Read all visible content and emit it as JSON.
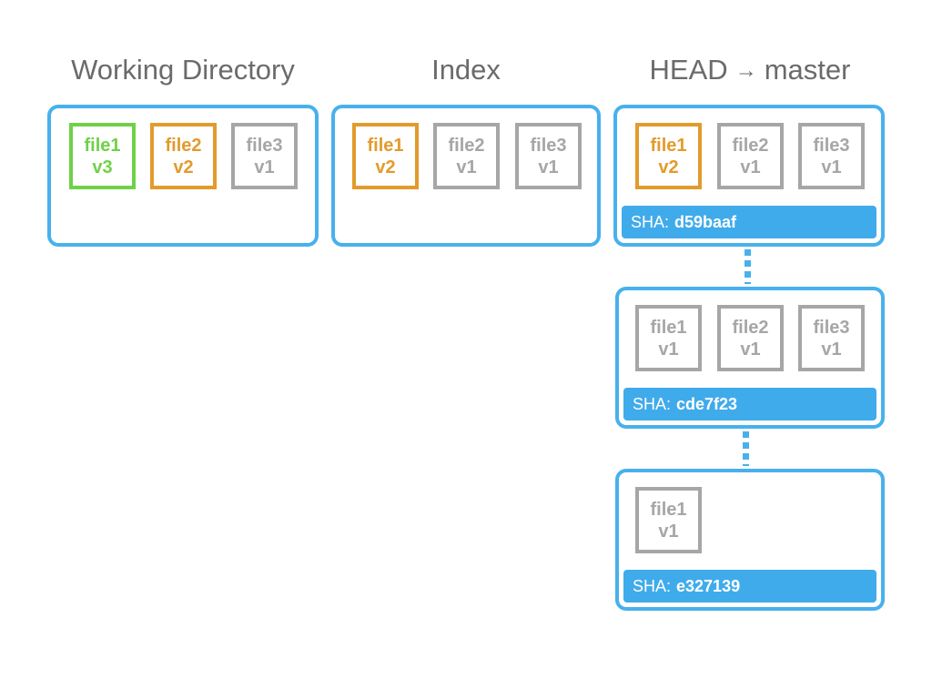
{
  "titles": {
    "working_directory": "Working Directory",
    "index": "Index",
    "head": "HEAD",
    "head_arrow": "→",
    "branch": "master"
  },
  "working_directory": {
    "files": [
      {
        "name": "file1",
        "version": "v3",
        "status": "modified",
        "color": "#6fd148"
      },
      {
        "name": "file2",
        "version": "v2",
        "status": "staged",
        "color": "#e29b2c"
      },
      {
        "name": "file3",
        "version": "v1",
        "status": "unchanged",
        "color": "#a6a6a6"
      }
    ]
  },
  "index": {
    "files": [
      {
        "name": "file1",
        "version": "v2",
        "status": "staged",
        "color": "#e29b2c"
      },
      {
        "name": "file2",
        "version": "v1",
        "status": "unchanged",
        "color": "#a6a6a6"
      },
      {
        "name": "file3",
        "version": "v1",
        "status": "unchanged",
        "color": "#a6a6a6"
      }
    ]
  },
  "commits": [
    {
      "sha_label": "SHA:",
      "sha": "d59baaf",
      "files": [
        {
          "name": "file1",
          "version": "v2",
          "color": "#e29b2c"
        },
        {
          "name": "file2",
          "version": "v1",
          "color": "#a6a6a6"
        },
        {
          "name": "file3",
          "version": "v1",
          "color": "#a6a6a6"
        }
      ]
    },
    {
      "sha_label": "SHA:",
      "sha": "cde7f23",
      "files": [
        {
          "name": "file1",
          "version": "v1",
          "color": "#a6a6a6"
        },
        {
          "name": "file2",
          "version": "v1",
          "color": "#a6a6a6"
        },
        {
          "name": "file3",
          "version": "v1",
          "color": "#a6a6a6"
        }
      ]
    },
    {
      "sha_label": "SHA:",
      "sha": "e327139",
      "files": [
        {
          "name": "file1",
          "version": "v1",
          "color": "#a6a6a6"
        }
      ]
    }
  ],
  "colors": {
    "panel_border": "#47b1ec",
    "sha_bar": "#40abeb",
    "title_text": "#6b6b6b"
  }
}
